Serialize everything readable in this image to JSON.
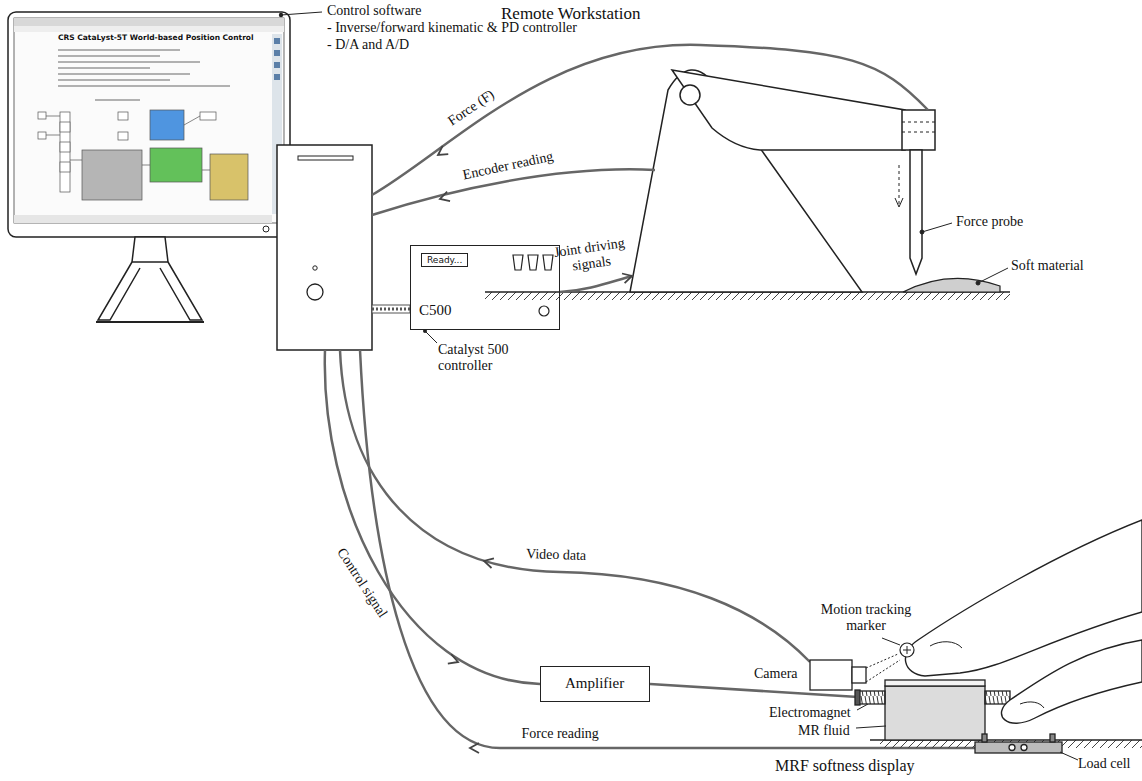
{
  "diagram": {
    "title": "Remote Workstation",
    "nodes": [
      {
        "text": [
          "Ready...",
          "C500"
        ]
      },
      {
        "text": [
          "Amplifier"
        ]
      }
    ],
    "labels": [
      "Control software",
      "- Inverse/forward kinematic & PD controller",
      "- D/A and A/D",
      "CRS CataLyst-5T World-based Position Control",
      "Force (F)",
      "Encoder reading",
      "Joint driving signals",
      "Catalyst 500 controller",
      "Force probe",
      "Soft material",
      "Control signal",
      "Video data",
      "Motion tracking marker",
      "Camera",
      "Electromagnet",
      "MR fluid",
      "Force reading",
      "Load cell",
      "MRF softness display"
    ]
  }
}
